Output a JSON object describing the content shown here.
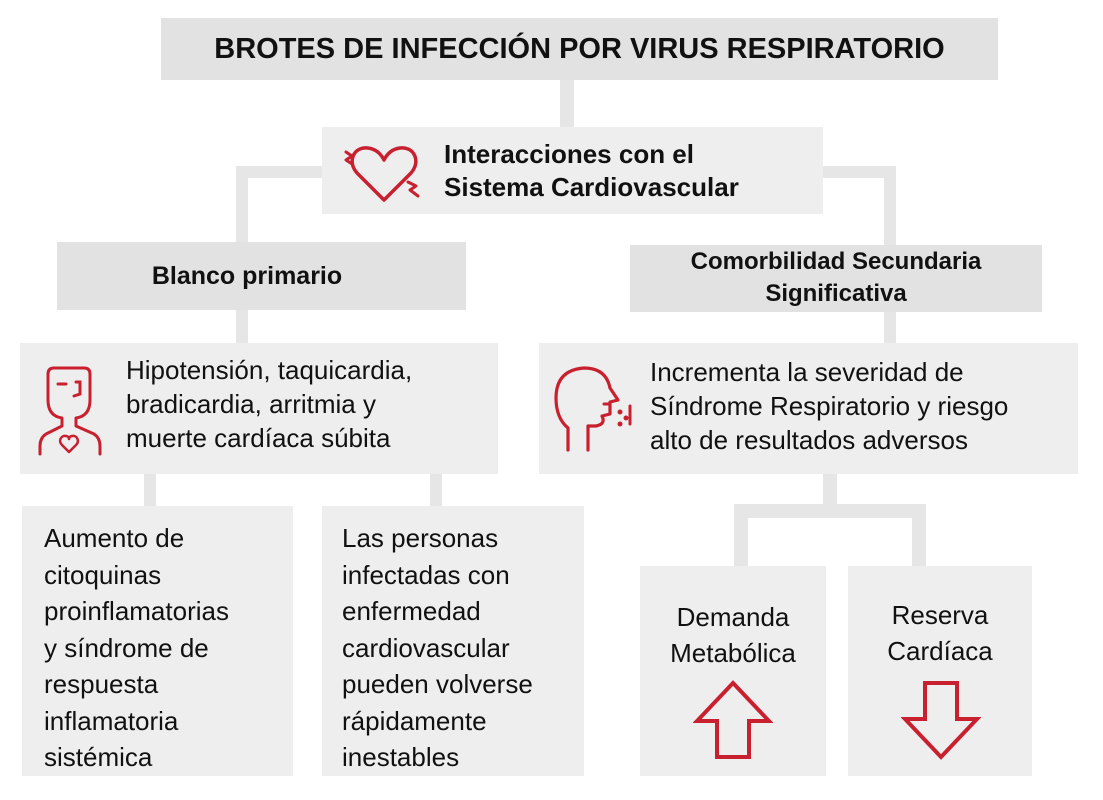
{
  "title": "BROTES DE INFECCIÓN POR VIRUS RESPIRATORIO",
  "center": {
    "line1": "Interacciones con el",
    "line2": "Sistema Cardiovascular",
    "icon": "broken-heart-icon"
  },
  "left": {
    "header": "Blanco primario",
    "effects": {
      "icon": "person-heart-icon",
      "lines": [
        "Hipotensión, taquicardia,",
        "bradicardia, arritmia y",
        "muerte cardíaca súbita"
      ]
    },
    "detail1": [
      "Aumento de",
      "citoquinas",
      "proinflamatorias",
      "y síndrome de",
      "respuesta",
      "inflamatoria",
      "sistémica"
    ],
    "detail2": [
      "Las personas",
      "infectadas con",
      "enfermedad",
      "cardiovascular",
      "pueden volverse",
      "rápidamente",
      "inestables"
    ]
  },
  "right": {
    "header_line1": "Comorbilidad Secundaria",
    "header_line2": "Significativa",
    "effects": {
      "icon": "coughing-head-icon",
      "lines": [
        "Incrementa la severidad de",
        "Síndrome Respiratorio y riesgo",
        "alto de resultados adversos"
      ]
    },
    "demand": {
      "line1": "Demanda",
      "line2": "Metabólica",
      "icon": "arrow-up-icon"
    },
    "reserve": {
      "line1": "Reserva",
      "line2": "Cardíaca",
      "icon": "arrow-down-icon"
    }
  },
  "colors": {
    "accent": "#c8202f",
    "box": "#eeeeee",
    "header": "#e2e2e2"
  }
}
